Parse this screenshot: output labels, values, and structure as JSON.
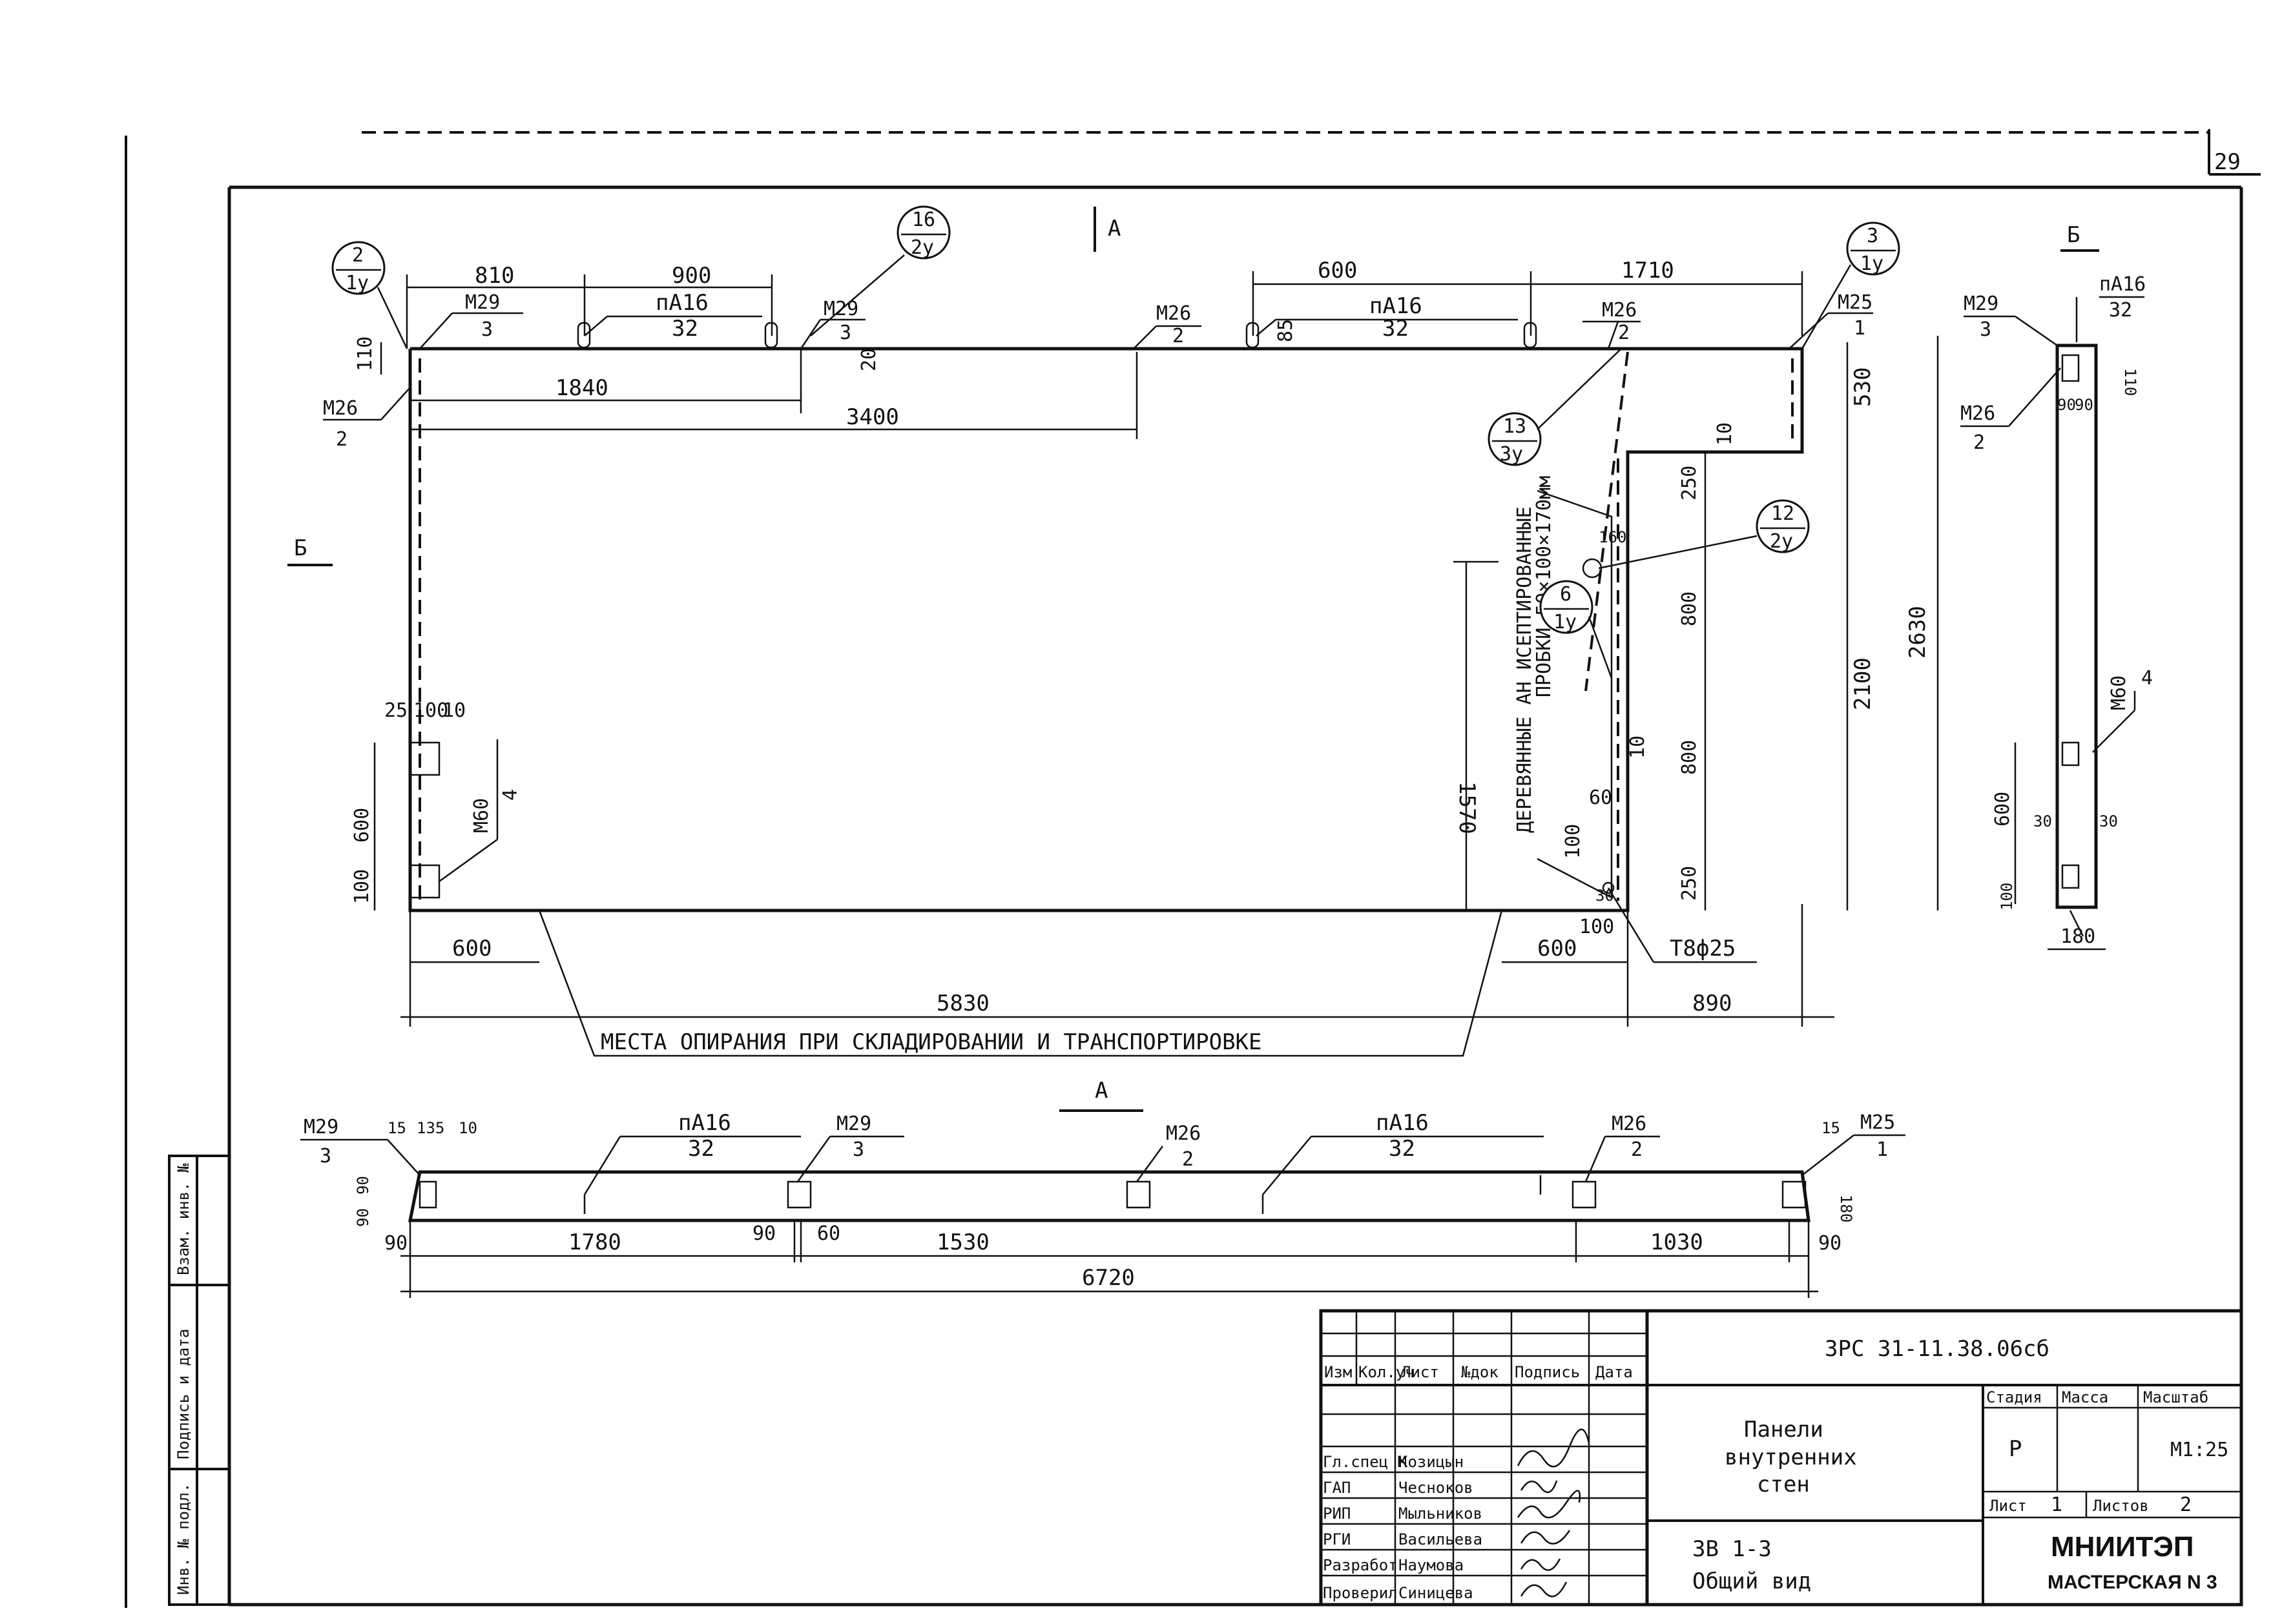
{
  "sheet": {
    "page_number": "29"
  },
  "labels": {
    "section_a_top": "А",
    "section_b_right": "Б",
    "section_b_left": "Б",
    "section_a_plan": "А"
  },
  "callouts": [
    {
      "top": "2",
      "bottom": "1у"
    },
    {
      "top": "16",
      "bottom": "2у"
    },
    {
      "top": "3",
      "bottom": "1у"
    },
    {
      "top": "13",
      "bottom": "3у"
    },
    {
      "top": "12",
      "bottom": "2у"
    },
    {
      "top": "6",
      "bottom": "1у"
    }
  ],
  "elevation": {
    "dims": {
      "d810": "810",
      "d900": "900",
      "d1840": "1840",
      "d3400": "3400",
      "d600a": "600",
      "d1710": "1710",
      "d110": "110",
      "d20": "20",
      "d85": "85",
      "d600_left": "600",
      "d100_left": "100",
      "d25": "25",
      "d100": "100",
      "d10": "10",
      "d1570": "1570",
      "d530": "530",
      "d2100": "2100",
      "d2630": "2630",
      "d250a": "250",
      "d800a": "800",
      "d800b": "800",
      "d250b": "250",
      "d10b": "10",
      "d10c": "10",
      "d160": "160",
      "d60": "60",
      "d100b": "100",
      "d30": "30",
      "d600_bl": "600",
      "d600_br": "600",
      "d5830": "5830",
      "d890": "890",
      "d100c": "100"
    },
    "marks": {
      "m29_l": [
        "М29",
        "3"
      ],
      "pa16_l": [
        "пА16",
        "32"
      ],
      "m29_r": [
        "М29",
        "3"
      ],
      "m26_c": [
        "М26",
        "2"
      ],
      "pa16_r": [
        "пА16",
        "32"
      ],
      "m26_r": [
        "М26",
        "2"
      ],
      "m25": [
        "М25",
        "1"
      ],
      "m26_left": [
        "М26",
        "2"
      ],
      "m60": [
        "М60",
        "4"
      ],
      "t8": "Т8ф25"
    },
    "vertical_note_1": "ДЕРЕВЯННЫЕ АН ИСЕПТИРОВАННЫЕ",
    "vertical_note_2": "ПРОБКИ 50×100×170мм",
    "support_note": "МЕСТА ОПИРАНИЯ ПРИ СКЛАДИРОВАНИИ И ТРАНСПОРТИРОВКЕ"
  },
  "side_view": {
    "m29": [
      "М29",
      "3"
    ],
    "pa16": [
      "пА16",
      "32"
    ],
    "m26": [
      "М26",
      "2"
    ],
    "m60": [
      "М60",
      "4"
    ],
    "d110": "110",
    "d90a": "90",
    "d90b": "90",
    "d600": "600",
    "d30a": "30",
    "d30b": "30",
    "d100": "100",
    "d180": "180"
  },
  "plan": {
    "m29_l": [
      "М29",
      "3"
    ],
    "pa16_l": [
      "пА16",
      "32"
    ],
    "m29_c": [
      "М29",
      "3"
    ],
    "m26_c": [
      "М26",
      "2"
    ],
    "pa16_r": [
      "пА16",
      "32"
    ],
    "m26_r": [
      "М26",
      "2"
    ],
    "m25": [
      "М25",
      "1"
    ],
    "d15a": "15",
    "d135": "135",
    "d10": "10",
    "d15b": "15",
    "d90a": "90",
    "d90b": "90",
    "d180": "180",
    "d90c": "90",
    "d1780": "1780",
    "d90d": "90",
    "d60": "60",
    "d1530": "1530",
    "d1030": "1030",
    "d90e": "90",
    "d6720": "6720"
  },
  "left_stamp": [
    "Взам. инв. №",
    "Подпись и дата",
    "Инв. № подл."
  ],
  "title_block": {
    "code": "3РС 31-11.38.06сб",
    "headers": [
      "Изм",
      "Кол.уч",
      "Лист",
      "№док",
      "Подпись",
      "Дата"
    ],
    "roles": [
      {
        "role": "Гл.спец М",
        "name": "Козицын"
      },
      {
        "role": "ГАП",
        "name": "Чесноков"
      },
      {
        "role": "РИП",
        "name": "Мыльников"
      },
      {
        "role": "РГИ",
        "name": "Васильева"
      },
      {
        "role": "Разработ",
        "name": "Наумова"
      },
      {
        "role": "Проверил",
        "name": "Синицева"
      }
    ],
    "title_lines": [
      "Панели",
      "внутренних",
      "стен"
    ],
    "subtitle_1": "3В 1-3",
    "subtitle_2": "Общий вид",
    "col_stage": "Стадия",
    "col_mass": "Масса",
    "col_scale": "Масштаб",
    "stage": "Р",
    "scale": "М1:25",
    "sheet_label": "Лист",
    "sheet_val": "1",
    "sheets_label": "Листов",
    "sheets_val": "2",
    "org": "МНИИТЭП",
    "workshop": "МАСТЕРСКАЯ N 3"
  }
}
